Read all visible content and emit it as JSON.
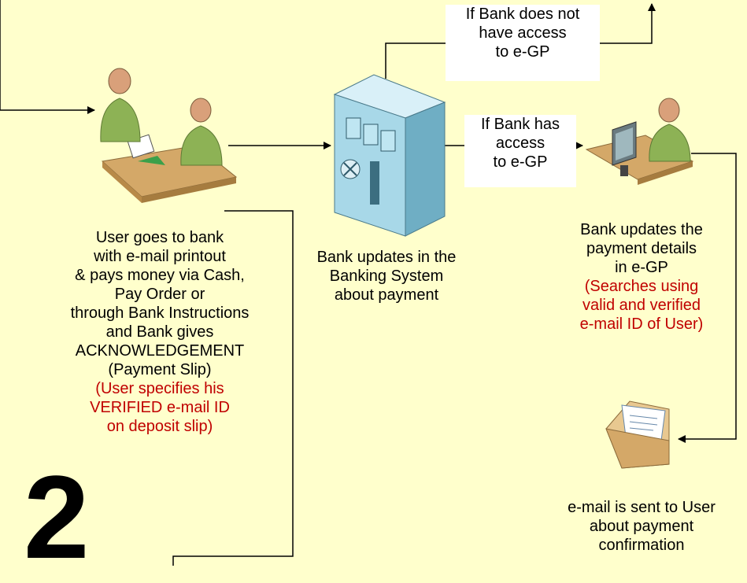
{
  "step_number": "2",
  "condition_no_access": {
    "line1": "If Bank does not",
    "line2": "have access",
    "line3": "to e-GP"
  },
  "condition_access": {
    "line1": "If Bank has",
    "line2": "access",
    "line3": "to e-GP"
  },
  "user_step": {
    "lines": [
      "User goes to bank",
      "with e-mail printout",
      "& pays money via Cash,",
      "Pay Order or",
      "through Bank Instructions",
      "and Bank gives",
      "ACKNOWLEDGEMENT",
      "(Payment Slip)"
    ],
    "note_lines": [
      "(User specifies his",
      "VERIFIED e-mail ID",
      "on deposit slip)"
    ]
  },
  "bank_system_step": {
    "lines": [
      "Bank updates in the",
      "Banking System",
      "about payment"
    ]
  },
  "egp_step": {
    "lines": [
      "Bank updates the",
      "payment details",
      "in e-GP"
    ],
    "note_lines": [
      "(Searches using",
      "valid and verified",
      "e-mail ID of User)"
    ]
  },
  "email_step": {
    "lines": [
      "e-mail is sent to User",
      "about  payment",
      "confirmation"
    ]
  },
  "colors": {
    "background": "#FFFFCC",
    "note_text": "#C00000",
    "line": "#000000",
    "figure_green": "#8DB255",
    "figure_skin": "#D9A07A",
    "desk": "#D4A868",
    "safe": "#A8D8E8"
  },
  "icons": [
    "user-at-bank-desk-icon",
    "bank-safe-icon",
    "bank-operator-computer-icon",
    "email-envelope-icon"
  ]
}
